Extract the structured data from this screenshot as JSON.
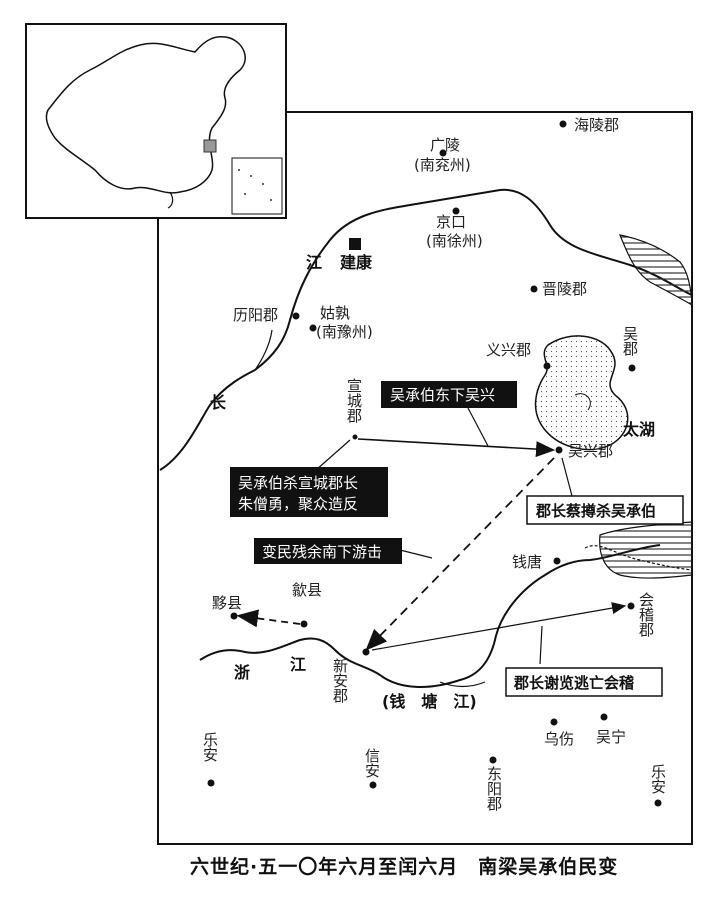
{
  "map": {
    "caption": "六世纪·五一〇年六月至闰六月　南梁吴承伯民变",
    "capital": "建康",
    "places": {
      "hailing": "海陵郡",
      "guangling": "广陵",
      "guangling_alt": "(南兖州)",
      "jingkou": "京口",
      "jingkou_alt": "(南徐州)",
      "jinling": "晋陵郡",
      "liyang": "历阳郡",
      "gushu": "姑孰",
      "gushu_alt": "(南豫州)",
      "yixing": "义兴郡",
      "wujun": "吴郡",
      "xuancheng": "宣城郡",
      "wuxing": "吴兴郡",
      "qiantang": "钱唐",
      "kuaiji": "会稽郡",
      "yixian": "黟县",
      "shexian": "歙县",
      "xinan": "新安郡",
      "wushang": "乌伤",
      "wuning": "吴宁",
      "dongyang": "东阳郡",
      "xinan_county": "信安",
      "lean_west": "乐安",
      "lean_east": "乐安"
    },
    "water": {
      "taihu": "太湖",
      "changjiang_1": "江",
      "changjiang_2": "长",
      "zhejiang_1": "浙",
      "zhejiang_2": "江",
      "qiantangjiang": "(钱　塘　江)"
    },
    "annotations": {
      "east_move": "吴承伯东下吴兴",
      "kill_line1": "吴承伯杀宣城郡长",
      "kill_line2": "朱僧勇，聚众造反",
      "killed": "郡长蔡撙杀吴承伯",
      "remnant": "变民残余南下游击",
      "escape": "郡长谢览逃亡会稽"
    }
  }
}
